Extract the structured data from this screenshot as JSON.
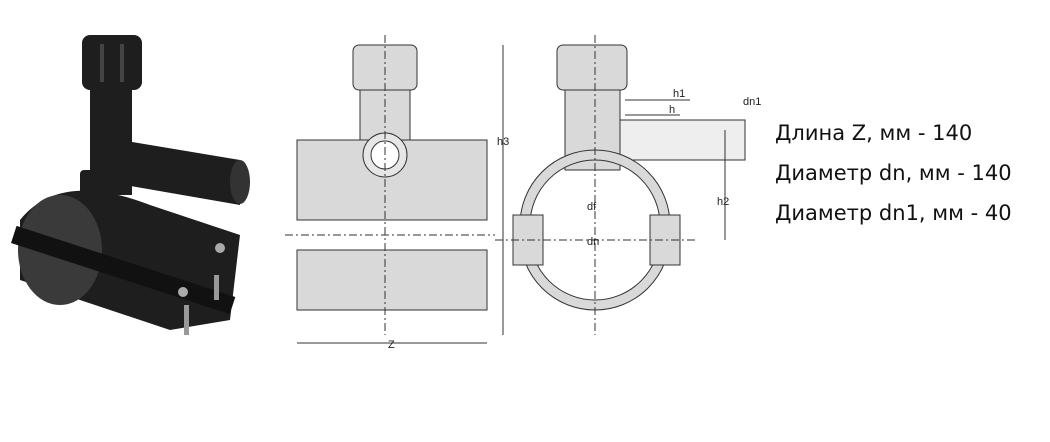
{
  "specs": [
    "Длина Z, мм - 140",
    "Диаметр dn, мм - 140",
    "Диаметр dn1, мм - 40"
  ],
  "drawing_labels": {
    "z": "Z",
    "h3": "h3",
    "h1": "h1",
    "h": "h",
    "dn1": "dn1",
    "h2": "h2",
    "df": "df",
    "dn": "dn"
  },
  "colors": {
    "part_fill": "#d9d9d9",
    "photo": "#1e1e1e",
    "line": "#333333"
  }
}
